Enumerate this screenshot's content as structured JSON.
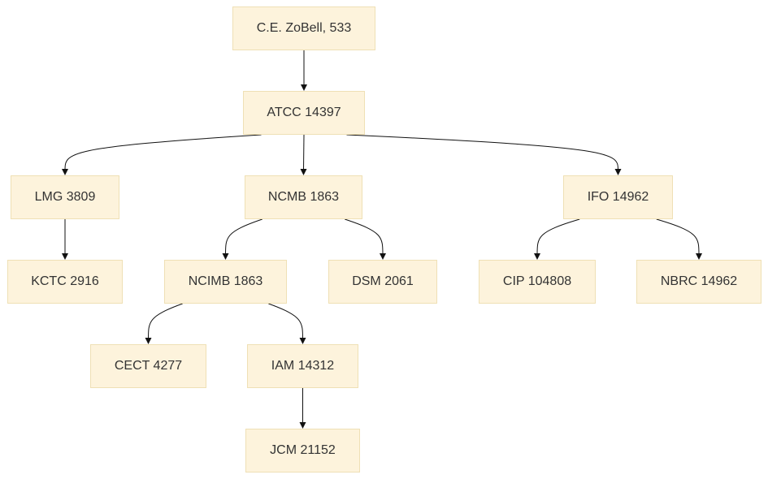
{
  "nodes": {
    "zobell": "C.E. ZoBell, 533",
    "atcc": "ATCC 14397",
    "lmg": "LMG 3809",
    "ncmb": "NCMB 1863",
    "ifo": "IFO 14962",
    "kctc": "KCTC 2916",
    "ncimb": "NCIMB 1863",
    "dsm": "DSM 2061",
    "cip": "CIP 104808",
    "nbrc": "NBRC 14962",
    "cect": "CECT 4277",
    "iam": "IAM 14312",
    "jcm": "JCM 21152"
  },
  "edges": [
    [
      "zobell",
      "atcc"
    ],
    [
      "atcc",
      "lmg"
    ],
    [
      "atcc",
      "ncmb"
    ],
    [
      "atcc",
      "ifo"
    ],
    [
      "lmg",
      "kctc"
    ],
    [
      "ncmb",
      "ncimb"
    ],
    [
      "ncmb",
      "dsm"
    ],
    [
      "ifo",
      "cip"
    ],
    [
      "ifo",
      "nbrc"
    ],
    [
      "ncimb",
      "cect"
    ],
    [
      "ncimb",
      "iam"
    ],
    [
      "iam",
      "jcm"
    ]
  ]
}
